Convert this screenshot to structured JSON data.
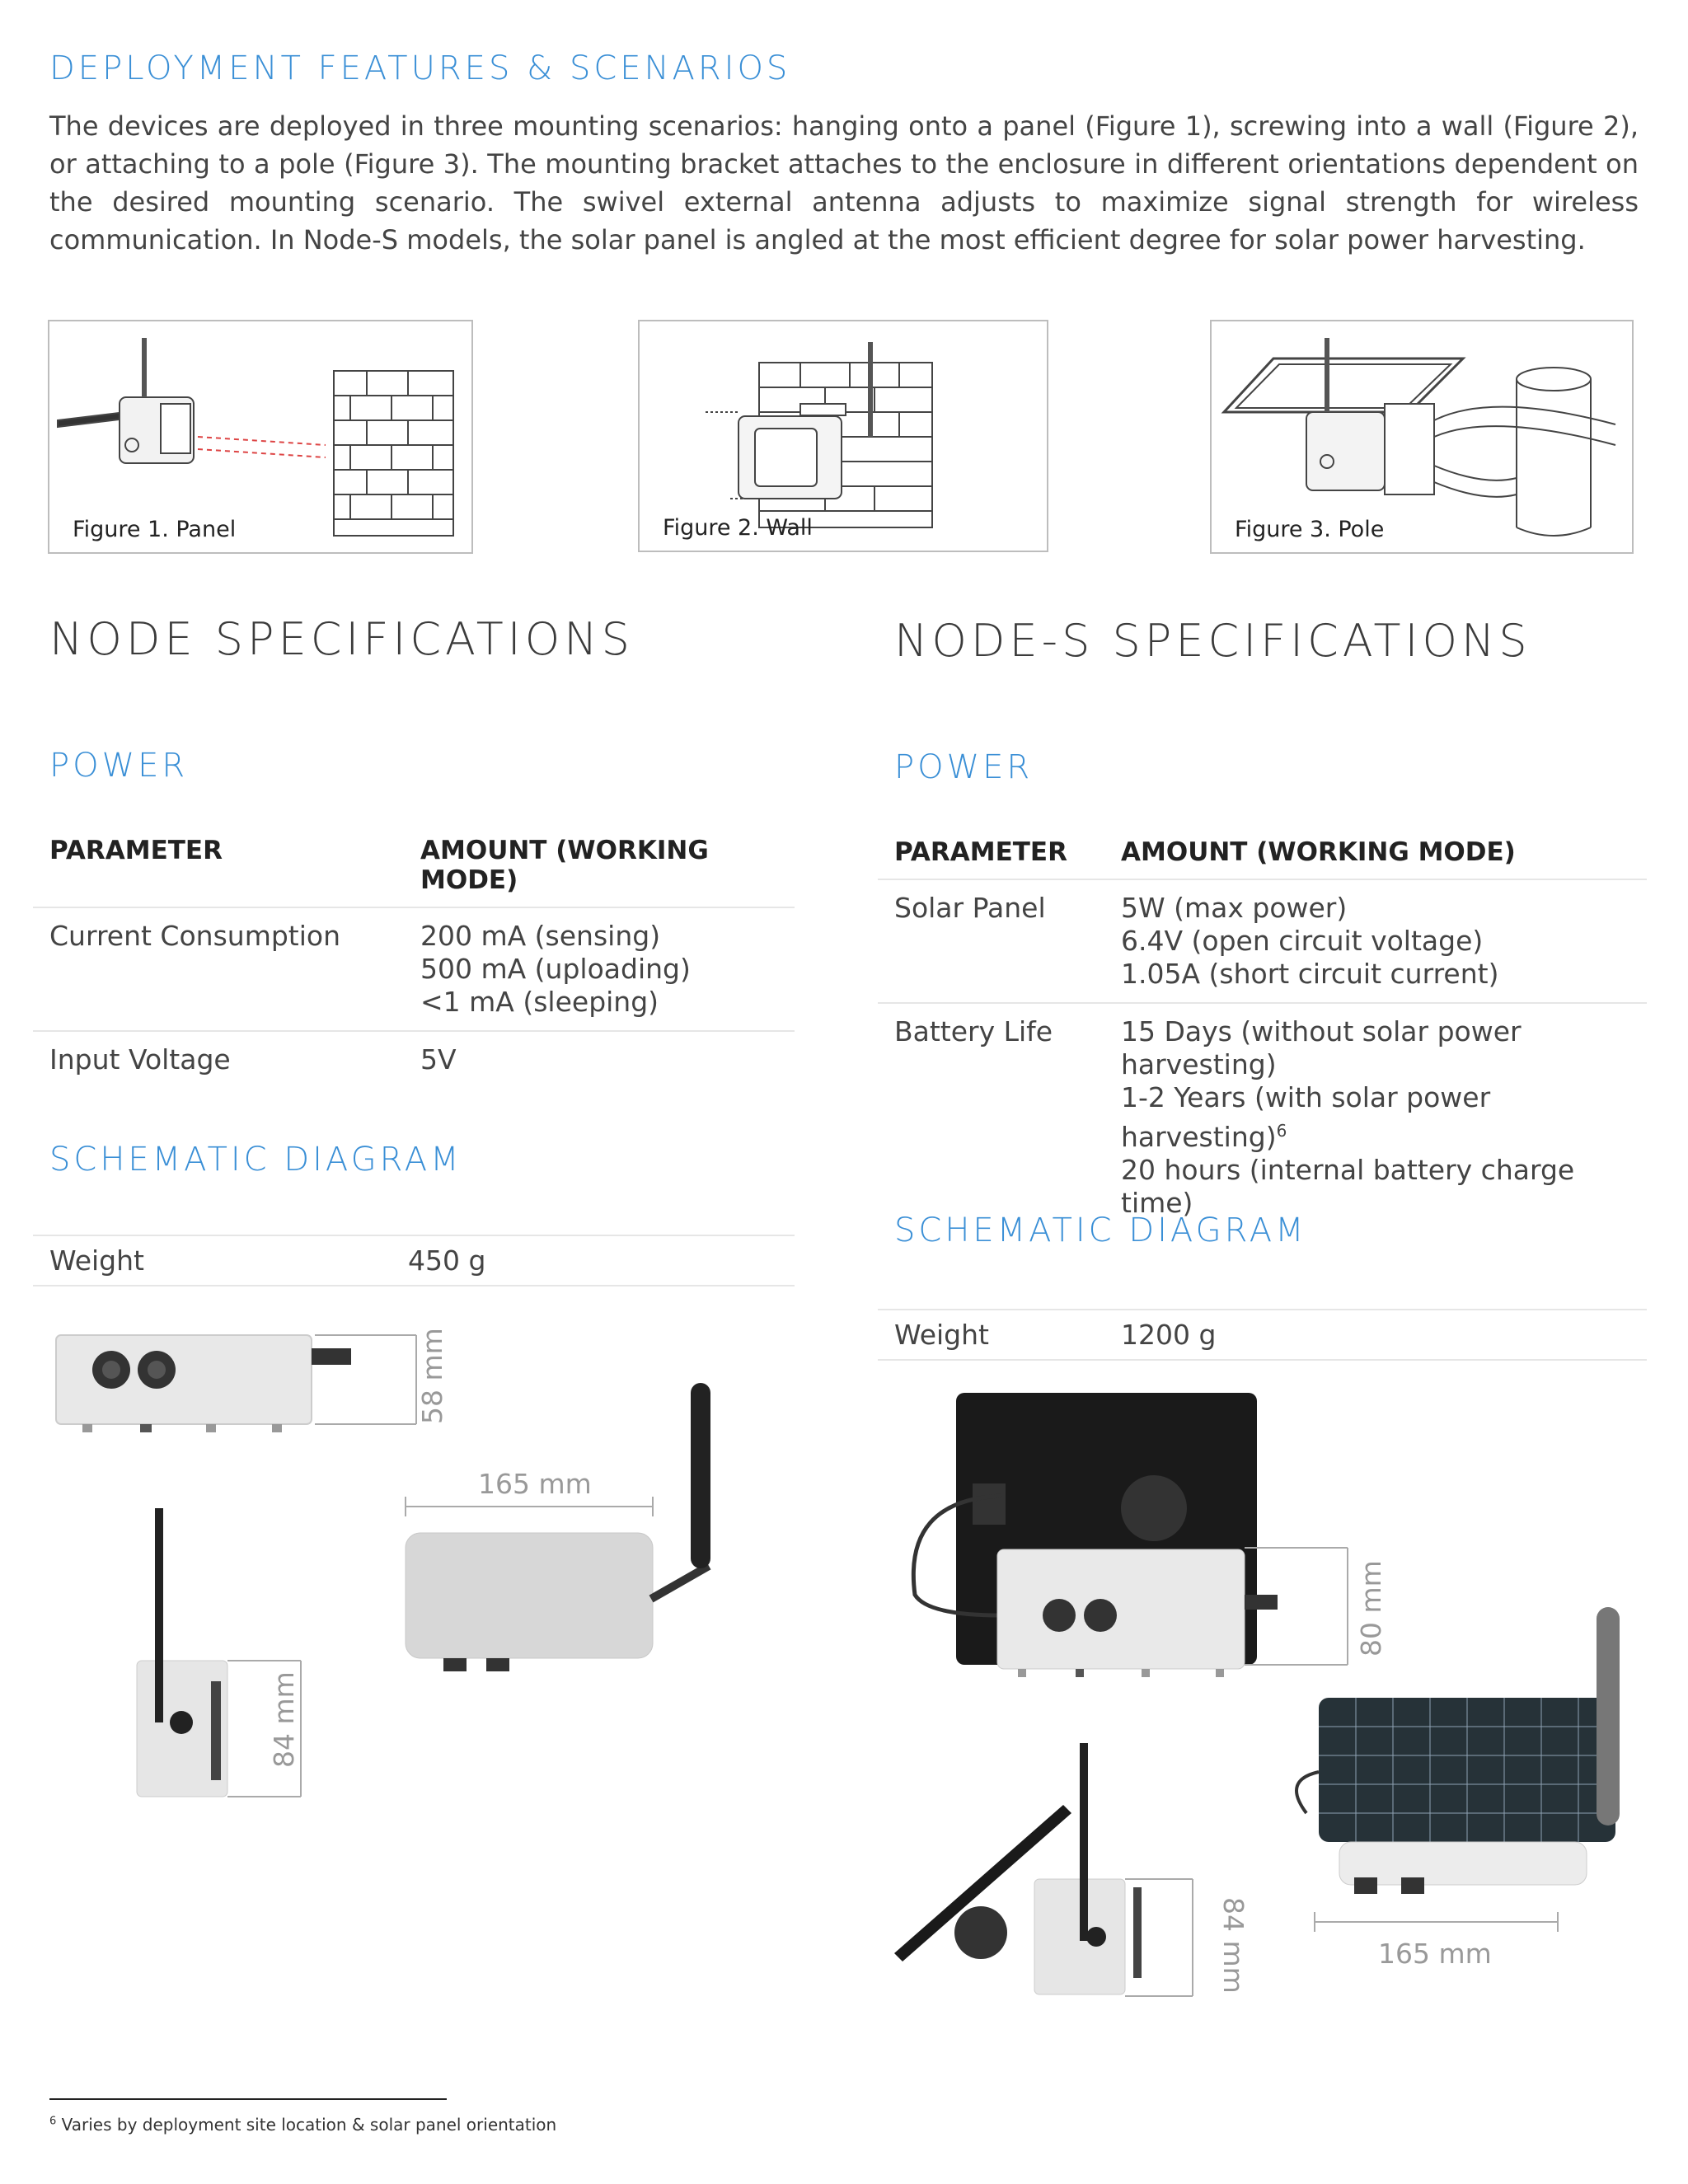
{
  "deployment": {
    "title": "DEPLOYMENT FEATURES & SCENARIOS",
    "paragraph": "The devices are deployed in three mounting scenarios: hanging onto a panel (Figure 1), screwing into a wall (Figure 2), or attaching to a pole (Figure 3). The mounting bracket attaches to the enclosure in different orientations dependent on the desired mounting scenario. The swivel external antenna adjusts to maximize signal strength for wireless communication. In Node-S models, the solar panel is angled at the most efficient degree for solar power harvesting.",
    "figures": [
      {
        "caption": "Figure 1. Panel"
      },
      {
        "caption": "Figure 2. Wall"
      },
      {
        "caption": "Figure 3. Pole"
      }
    ]
  },
  "node": {
    "title": "NODE SPECIFICATIONS",
    "power_title": "POWER",
    "table_headers": [
      "PARAMETER",
      "AMOUNT (WORKING MODE)"
    ],
    "rows": [
      {
        "param": "Current Consumption",
        "values": [
          "200 mA (sensing)",
          "500 mA (uploading)",
          "<1 mA (sleeping)"
        ]
      },
      {
        "param": "Input Voltage",
        "values": [
          "5V"
        ]
      }
    ],
    "schematic_title": "SCHEMATIC DIAGRAM",
    "weight_label": "Weight",
    "weight_value": "450 g",
    "dims": {
      "height": "58 mm",
      "width": "165 mm",
      "depth": "84 mm"
    }
  },
  "node_s": {
    "title": "NODE-S SPECIFICATIONS",
    "power_title": "POWER",
    "table_headers": [
      "PARAMETER",
      "AMOUNT (WORKING MODE)"
    ],
    "rows": [
      {
        "param": "Solar Panel",
        "values": [
          "5W (max power)",
          "6.4V (open circuit voltage)",
          "1.05A (short circuit current)"
        ]
      },
      {
        "param": "Battery Life",
        "values": [
          "15 Days (without solar power harvesting)",
          "1-2 Years (with solar power harvesting)",
          "20 hours (internal battery charge time)"
        ],
        "footnote_mark": "6"
      }
    ],
    "schematic_title": "SCHEMATIC DIAGRAM",
    "weight_label": "Weight",
    "weight_value": "1200 g",
    "dims": {
      "height": "80 mm",
      "width": "165 mm",
      "depth": "84 mm"
    }
  },
  "footnote": {
    "mark": "6",
    "text": "Varies by deployment site location & solar panel orientation"
  }
}
